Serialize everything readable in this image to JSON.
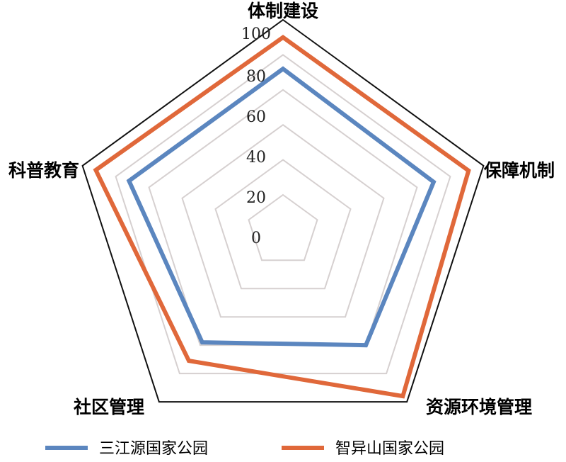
{
  "chart_data": {
    "type": "radar",
    "axes": [
      "体制建设",
      "保障机制",
      "资源环境管理",
      "社区管理",
      "科普教育"
    ],
    "ticks": [
      "0",
      "20",
      "40",
      "60",
      "80",
      "100"
    ],
    "rlim": [
      0,
      100
    ],
    "series": [
      {
        "name": "三江源国家公园",
        "color": "#5b86bf",
        "values": [
          72,
          70,
          60,
          58,
          72
        ]
      },
      {
        "name": "智异山国家公园",
        "color": "#e0683a",
        "values": [
          90,
          91,
          96,
          71,
          92
        ]
      }
    ],
    "legend_position": "bottom",
    "grid": true
  }
}
